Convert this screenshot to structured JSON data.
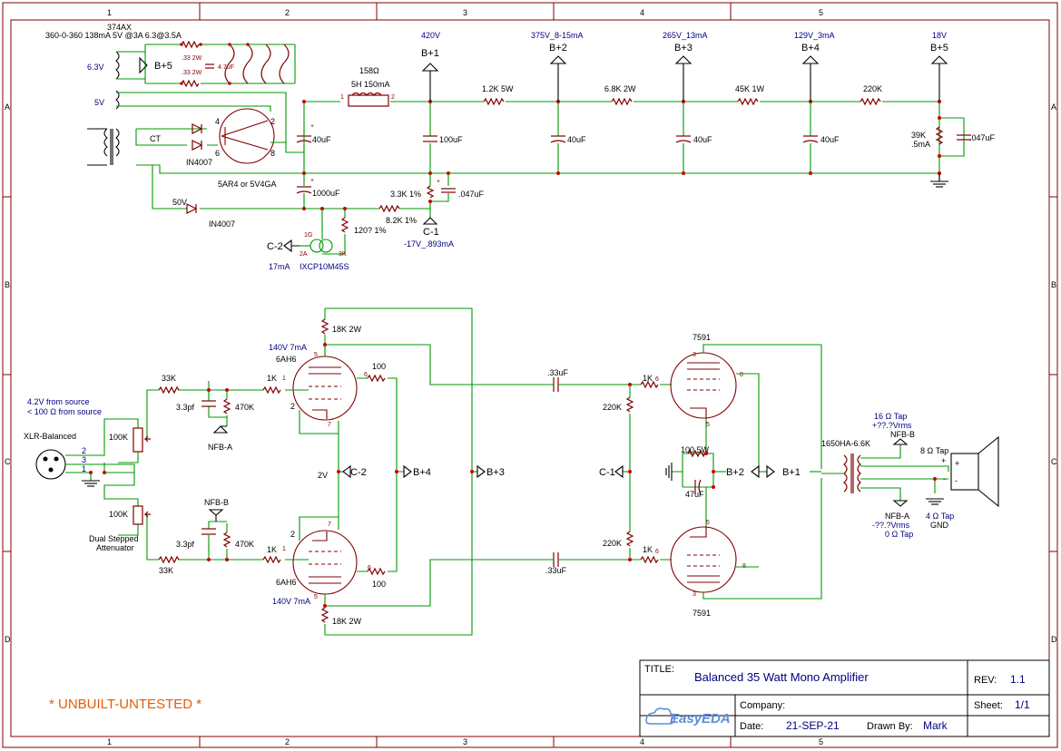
{
  "sheet": {
    "columns": [
      "1",
      "2",
      "3",
      "4",
      "5"
    ],
    "rows": [
      "A",
      "B",
      "C",
      "D"
    ],
    "note": "* UNBUILT-UNTESTED *"
  },
  "title_block": {
    "title_label": "TITLE:",
    "title": "Balanced 35 Watt Mono  Amplifier",
    "rev_label": "REV:",
    "rev": "1.1",
    "company_label": "Company:",
    "company": "",
    "sheet_label": "Sheet:",
    "sheet": "1/1",
    "date_label": "Date:",
    "date": "21-SEP-21",
    "drawn_label": "Drawn By:",
    "drawn": "Mark",
    "logo": "EasyEDA"
  },
  "power_supply": {
    "transformer": "374AX",
    "transformer_spec": "360-0-360 138mA 5V @3A 6.3@3.5A",
    "heater": "6.3V",
    "rect_heater": "5V",
    "ct": "CT",
    "r_heater_a": ".33 2W",
    "r_heater_b": ".33 2W",
    "c_heater": "4.7uF",
    "b5_heater": "B+5",
    "diode_a": "IN4007",
    "diode_b": "IN4007",
    "rectifier": "5AR4 or 5V4GA",
    "choke_r": "158Ω",
    "choke": "5H 150mA",
    "choke_pin1": "1",
    "choke_pin2": "2",
    "rect_pins": [
      "4",
      "2",
      "6",
      "8"
    ],
    "c1": "40uF",
    "c2": "100uF",
    "c3": "40uF",
    "c4": "40uF",
    "c5": "40uF",
    "c_b5": ".047uF",
    "r1": "1.2K 5W",
    "r2": "6.8K 2W",
    "r3": "45K 1W",
    "r4": "220K",
    "r_b5": "39K",
    "r_b5_current": ".5mA",
    "b1_v": "420V",
    "b1": "B+1",
    "b2_v": "375V_8-15mA",
    "b2": "B+2",
    "b3_v": "265V_13mA",
    "b3": "B+3",
    "b4_v": "129V_3mA",
    "b4": "B+4",
    "b5_v": "18V",
    "b5": "B+5",
    "c_1000": "1000uF",
    "v50": "50V",
    "r_33k": "3.3K 1%",
    "r_82k": "8.2K 1%",
    "c_047": ".047uF",
    "c1_neg": "C-1",
    "c1_neg_spec": "-17V_.893mA",
    "r_120": "120? 1%",
    "ccs": "IXCP10M45S",
    "ccs_current": "17mA",
    "c2_neg": "C-2",
    "ccs_pin_1g": "1G",
    "ccs_pin_2a": "2A",
    "ccs_pin_3k": "3K"
  },
  "amplifier": {
    "source_level": "4.2V from source",
    "source_z": "< 100 Ω  from source",
    "xlr": "XLR-Balanced",
    "xlr_pins": [
      "2",
      "3",
      "1"
    ],
    "pot_a": "100K",
    "pot_b": "100K",
    "attenuator": "Dual Stepped\nAttenuator",
    "attenuator_l1": "Dual Stepped",
    "attenuator_l2": "Attenuator",
    "r_in_a": "33K",
    "r_in_b": "33K",
    "cap_a": "3.3pf",
    "cap_b": "3.3pf",
    "r_nfb_a": "470K",
    "r_nfb_b": "470K",
    "nfb_a": "NFB-A",
    "nfb_b": "NFB-B",
    "grid_a": "1K",
    "grid_b": "1K",
    "plate_a": "18K 2W",
    "plate_b": "18K 2W",
    "driver_v_a": "140V 7mA",
    "driver_v_b": "140V 7mA",
    "driver_tube_a": "6AH6",
    "driver_tube_b": "6AH6",
    "r100_a": "100",
    "r100_b": "100",
    "v2": "2V",
    "c2_label": "C-2",
    "b4_label": "B+4",
    "b3_label": "B+3",
    "c_cpl_a": ".33uF",
    "c_cpl_b": ".33uF",
    "r_grid_a": "220K",
    "r_grid_b": "220K",
    "c1_label": "C-1",
    "out_grid_a": "1K",
    "out_grid_b": "1K",
    "out_tube_a": "7591",
    "out_tube_b": "7591",
    "r_cath": "100 5W",
    "c_cath": "47uF",
    "b2_label": "B+2",
    "b1_label": "B+1",
    "opt": "1650HA-6.6K",
    "tap16": "16 Ω  Tap",
    "tap16_v": "+??.?Vrms",
    "nfb_b_out": "NFB-B",
    "tap8": "8 Ω  Tap",
    "nfb_a_out": "NFB-A",
    "nfb_a_v": "-??.?Vrms",
    "tap0": "0 Ω  Tap",
    "tap4": "4 Ω  Tap",
    "gnd": "GND",
    "spk_plus": "+",
    "spk_minus": "-",
    "tube_pins": {
      "p1": "1",
      "p2": "2",
      "p5": "5",
      "p6": "6",
      "p7": "7",
      "p3": "3",
      "p8": "8"
    }
  }
}
